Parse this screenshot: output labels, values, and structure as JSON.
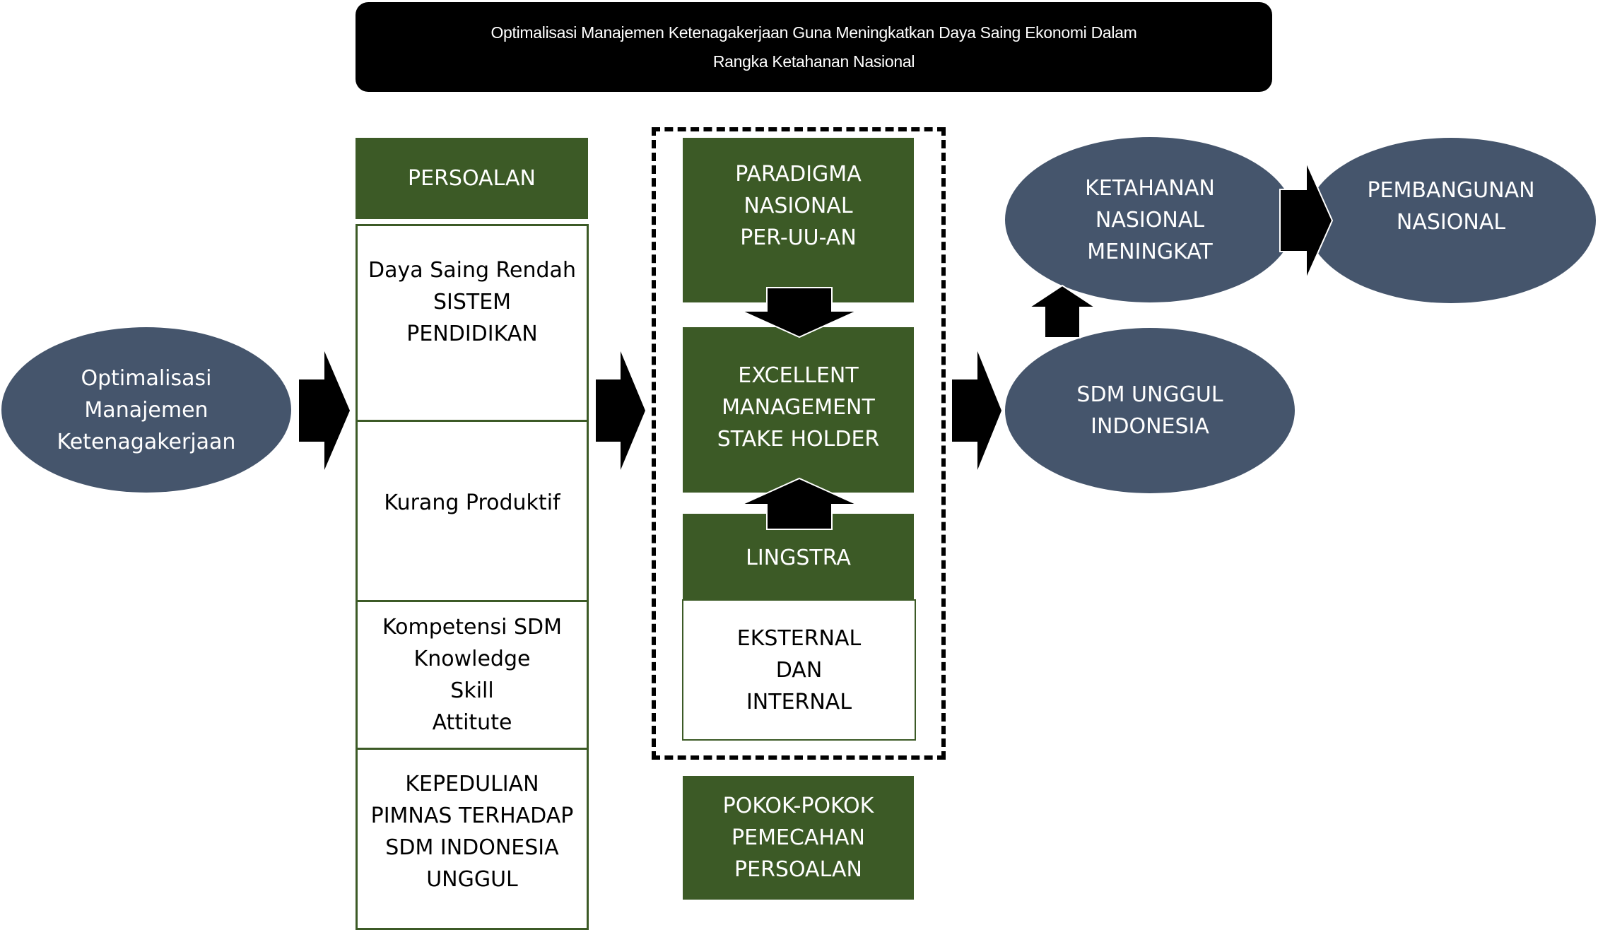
{
  "title": {
    "line1": "Optimalisasi Manajemen Ketenagakerjaan  Guna Meningkatkan Daya Saing Ekonomi Dalam",
    "line2": "Rangka Ketahanan Nasional"
  },
  "colors": {
    "green": "#3c5a26",
    "slate": "#45556c",
    "black": "#000000",
    "white": "#ffffff"
  },
  "start_node": {
    "lines": [
      "Optimalisasi",
      "Manajemen",
      "Ketenagakerjaan"
    ]
  },
  "persoalan": {
    "header": "PERSOALAN",
    "items": [
      {
        "lines": [
          "Daya Saing Rendah",
          "SISTEM",
          "PENDIDIKAN"
        ]
      },
      {
        "lines": [
          "Kurang Produktif"
        ]
      },
      {
        "lines": [
          "Kompetensi SDM",
          "Knowledge",
          "Skill",
          "Attitute"
        ]
      },
      {
        "lines": [
          "KEPEDULIAN",
          "PIMNAS TERHADAP",
          "SDM INDONESIA",
          "UNGGUL"
        ]
      }
    ]
  },
  "pemecahan": {
    "paradigma": {
      "lines": [
        "PARADIGMA",
        "NASIONAL",
        "PER-UU-AN"
      ]
    },
    "excellent": {
      "lines": [
        "EXCELLENT",
        "MANAGEMENT",
        "STAKE HOLDER"
      ]
    },
    "lingstra": {
      "lines": [
        "LINGSTRA"
      ]
    },
    "lingstra_detail": {
      "lines": [
        "EKSTERNAL",
        "DAN",
        "INTERNAL"
      ]
    },
    "footer": {
      "lines": [
        "POKOK-POKOK",
        "PEMECAHAN",
        "PERSOALAN"
      ]
    }
  },
  "outcomes": {
    "sdm": {
      "lines": [
        "SDM UNGGUL",
        "INDONESIA"
      ]
    },
    "ketahanan": {
      "lines": [
        "KETAHANAN",
        "NASIONAL",
        "MENINGKAT"
      ]
    },
    "pembangunan": {
      "lines": [
        "PEMBANGUNAN",
        "NASIONAL"
      ]
    }
  },
  "arrows": [
    {
      "from": "start_node",
      "to": "persoalan",
      "direction": "right"
    },
    {
      "from": "persoalan",
      "to": "pemecahan",
      "direction": "right"
    },
    {
      "from": "paradigma",
      "to": "excellent",
      "direction": "down"
    },
    {
      "from": "lingstra",
      "to": "excellent",
      "direction": "up"
    },
    {
      "from": "pemecahan",
      "to": "sdm",
      "direction": "right"
    },
    {
      "from": "sdm",
      "to": "ketahanan",
      "direction": "up"
    },
    {
      "from": "ketahanan",
      "to": "pembangunan",
      "direction": "right"
    }
  ]
}
